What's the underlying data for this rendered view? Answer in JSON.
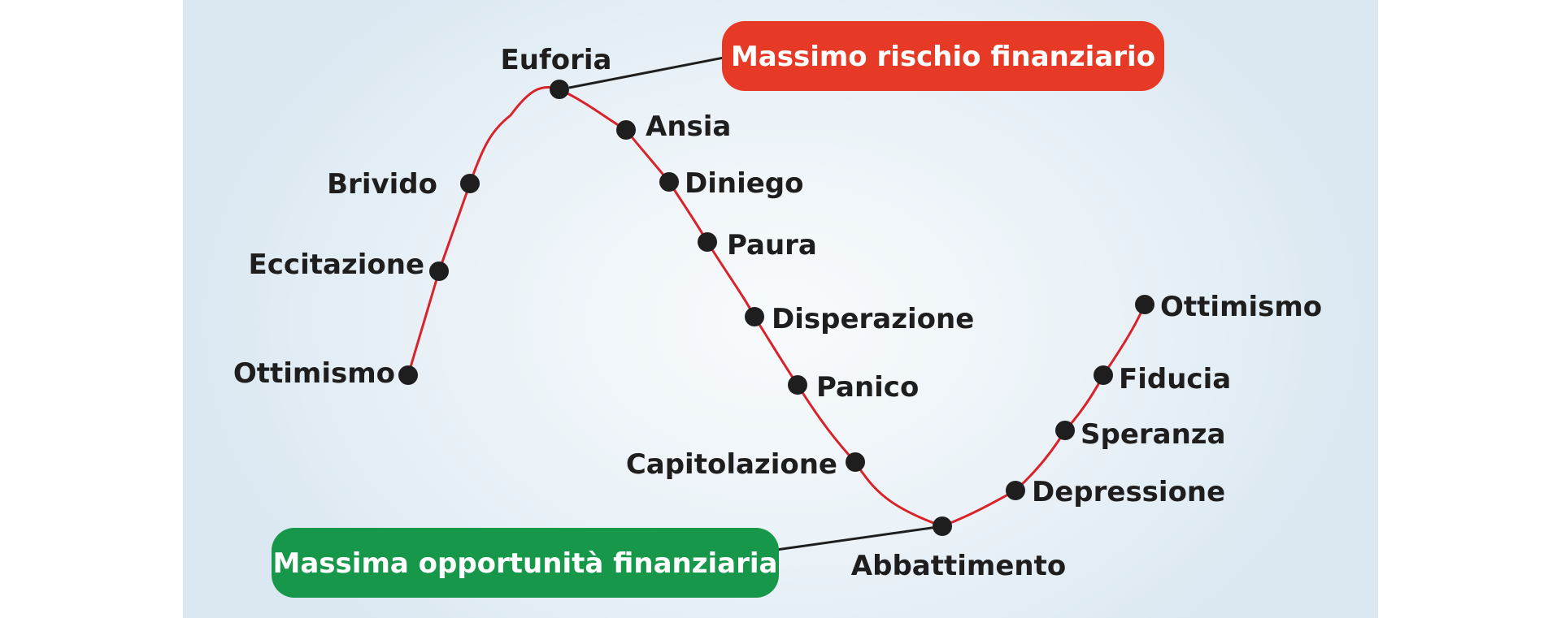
{
  "colors": {
    "curve": "#d8232a",
    "dot": "#1e1e1e",
    "risk_badge": "#e63a26",
    "opportunity_badge": "#17974a"
  },
  "risk_badge": {
    "label": "Massimo rischio finanziario"
  },
  "opportunity_badge": {
    "label": "Massima opportunità finanziaria"
  },
  "stages": [
    {
      "id": "ottimismo-start",
      "label": "Ottimismo"
    },
    {
      "id": "eccitazione",
      "label": "Eccitazione"
    },
    {
      "id": "brivido",
      "label": "Brivido"
    },
    {
      "id": "euforia",
      "label": "Euforia"
    },
    {
      "id": "ansia",
      "label": "Ansia"
    },
    {
      "id": "diniego",
      "label": "Diniego"
    },
    {
      "id": "paura",
      "label": "Paura"
    },
    {
      "id": "disperazione",
      "label": "Disperazione"
    },
    {
      "id": "panico",
      "label": "Panico"
    },
    {
      "id": "capitolazione",
      "label": "Capitolazione"
    },
    {
      "id": "abbattimento",
      "label": "Abbattimento"
    },
    {
      "id": "depressione",
      "label": "Depressione"
    },
    {
      "id": "speranza",
      "label": "Speranza"
    },
    {
      "id": "fiducia",
      "label": "Fiducia"
    },
    {
      "id": "ottimismo-end",
      "label": "Ottimismo"
    }
  ]
}
